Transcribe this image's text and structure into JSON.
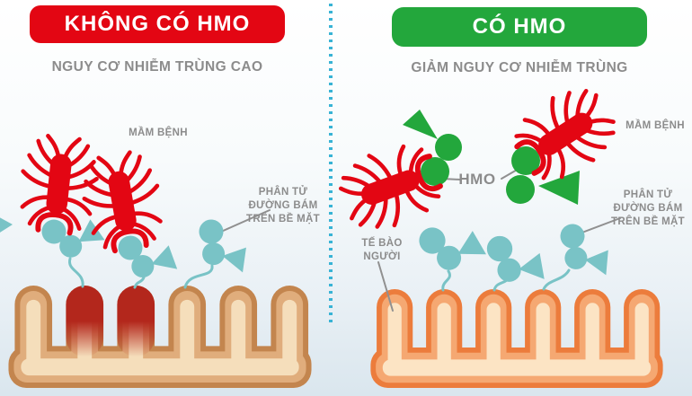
{
  "colors": {
    "banner_red": "#e30613",
    "banner_green": "#23a73c",
    "label_gray": "#8c8c8c",
    "pathogen_red": "#e30613",
    "hmo_green": "#23a73c",
    "receptor_teal": "#79c3c6",
    "divider_teal": "#38b3d5",
    "pointer_gray": "#909090",
    "villi_left_outline": "#c3854e",
    "villi_left_fill": "#e0ad7c",
    "villi_left_center": "#f5debb",
    "villi_right_outline": "#ec7c3c",
    "villi_right_fill": "#f5a872",
    "villi_right_center": "#fce4c4",
    "infection_red": "#b3271c"
  },
  "left_panel": {
    "banner": "KHÔNG CÓ HMO",
    "subtitle": "NGUY CƠ NHIỄM TRÙNG CAO",
    "labels": {
      "pathogen": "MẦM BỆNH",
      "sugar_molecule": "PHÂN TỬ\nĐƯỜNG BÁM\nTRÊN BỀ MẶT"
    }
  },
  "right_panel": {
    "banner": "CÓ HMO",
    "subtitle": "GIẢM NGUY CƠ NHIỄM TRÙNG",
    "labels": {
      "pathogen": "MẦM BỆNH",
      "hmo": "HMO",
      "human_cell": "TẾ BÀO\nNGƯỜI",
      "sugar_molecule": "PHÂN TỬ\nĐƯỜNG BÁM\nTRÊN BỀ MẶT"
    }
  },
  "icons": {
    "pathogen": "bacterium-icon",
    "receptor": "sugar-receptor-icon",
    "hmo": "hmo-molecule-icon",
    "villi": "intestinal-villi-icon"
  }
}
